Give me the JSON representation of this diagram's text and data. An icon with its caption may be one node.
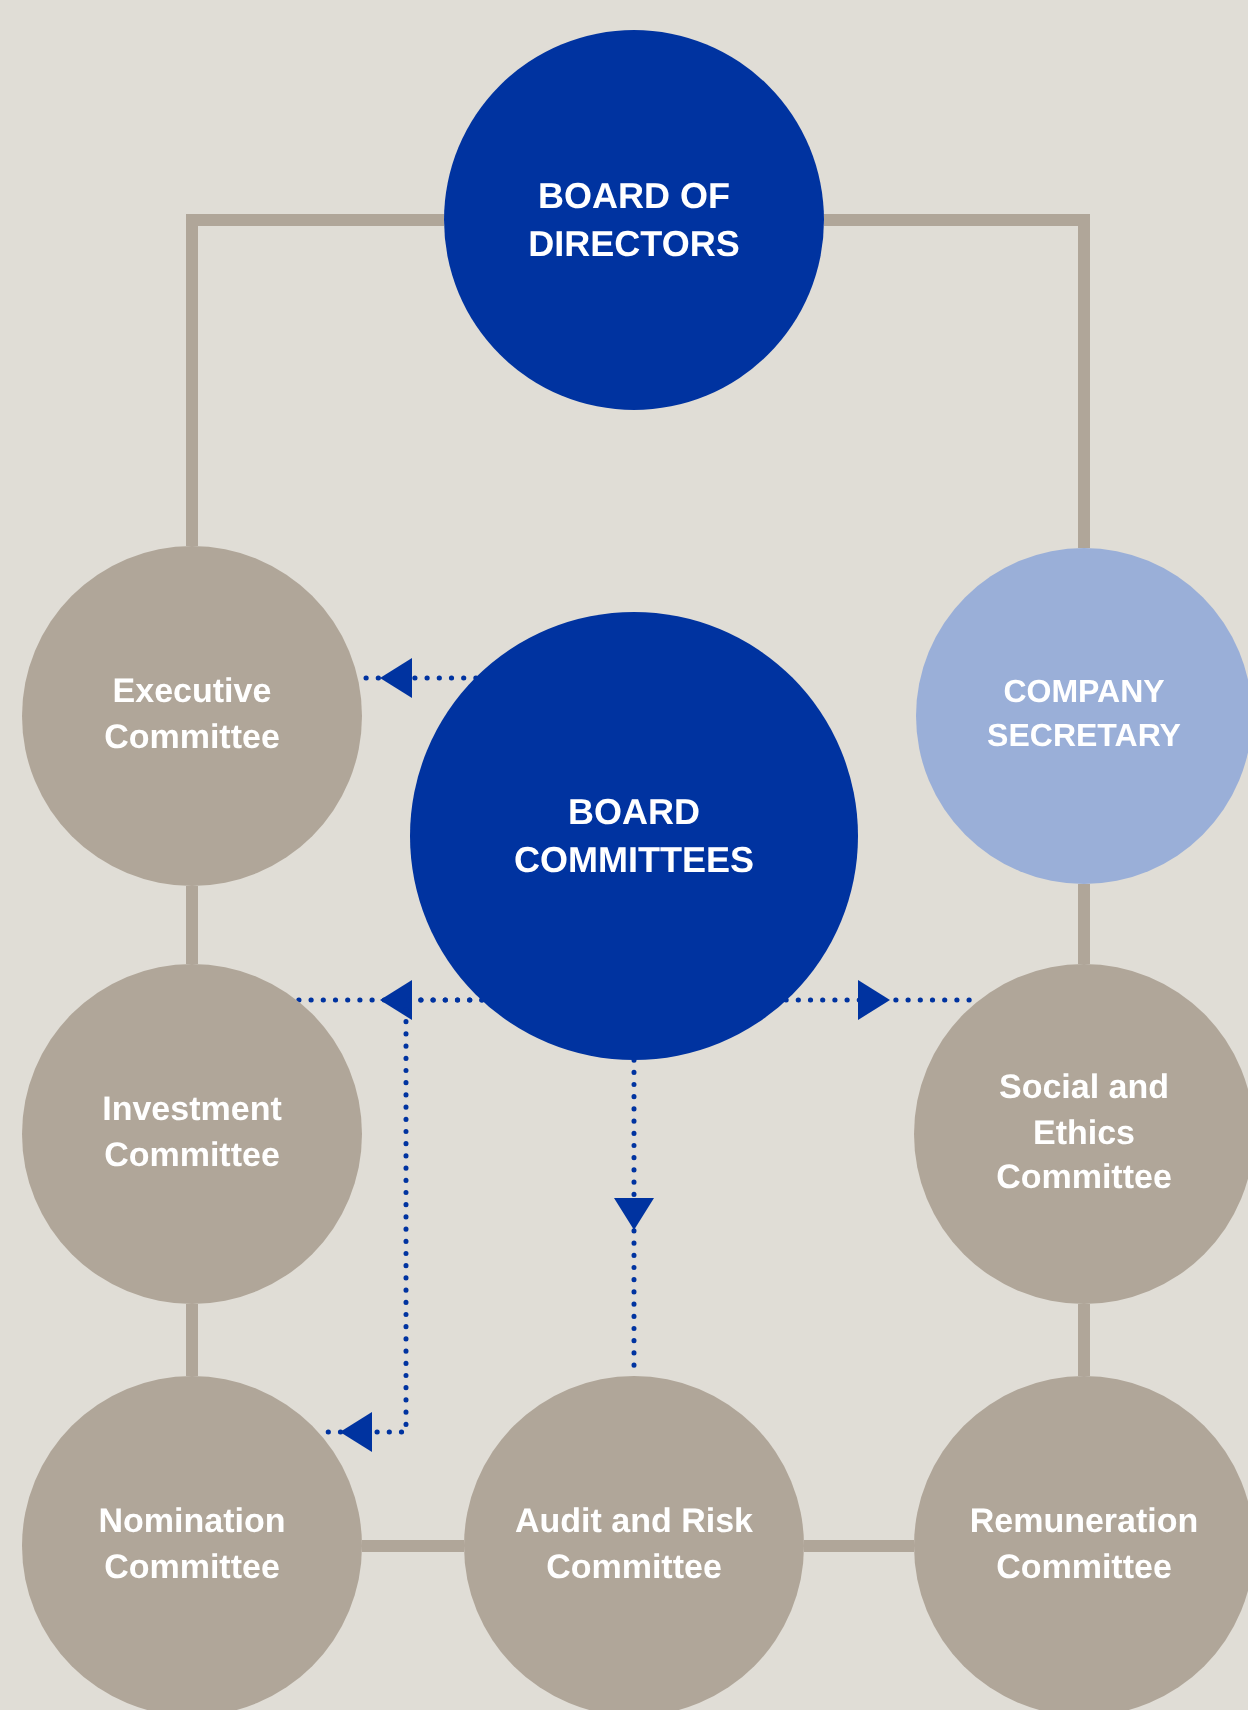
{
  "diagram": {
    "nodes": [
      {
        "text": [
          "BOARD OF DIRECTORS"
        ]
      },
      {
        "text": [
          "Executive Committee"
        ]
      },
      {
        "text": [
          "COMPANY SECRETARY"
        ]
      },
      {
        "text": [
          "BOARD COMMITTEES"
        ]
      },
      {
        "text": [
          "Investment Committee"
        ]
      },
      {
        "text": [
          "Social and Ethics Committee"
        ]
      },
      {
        "text": [
          "Nomination Committee"
        ]
      },
      {
        "text": [
          "Audit and Risk Committee"
        ]
      },
      {
        "text": [
          "Remuneration Committee"
        ]
      }
    ],
    "edges": [
      {
        "from": 0,
        "to": 1,
        "arrow": "none"
      },
      {
        "from": 0,
        "to": 2,
        "arrow": "none"
      },
      {
        "from": 1,
        "to": 4,
        "arrow": "none"
      },
      {
        "from": 4,
        "to": 6,
        "arrow": "none"
      },
      {
        "from": 6,
        "to": 7,
        "arrow": "none"
      },
      {
        "from": 7,
        "to": 8,
        "arrow": "none"
      },
      {
        "from": 8,
        "to": 5,
        "arrow": "none"
      },
      {
        "from": 5,
        "to": 2,
        "arrow": "none"
      },
      {
        "from": 3,
        "to": 1,
        "arrow": "to",
        "style": "dashed",
        "color": "#0033a0"
      },
      {
        "from": 3,
        "to": 4,
        "arrow": "to",
        "style": "dashed",
        "color": "#0033a0"
      },
      {
        "from": 3,
        "to": 5,
        "arrow": "to",
        "style": "dashed",
        "color": "#0033a0"
      },
      {
        "from": 3,
        "to": 7,
        "arrow": "to",
        "style": "dashed",
        "color": "#0033a0"
      },
      {
        "from": 3,
        "to": 6,
        "arrow": "to",
        "style": "dashed",
        "color": "#0033a0"
      }
    ]
  }
}
